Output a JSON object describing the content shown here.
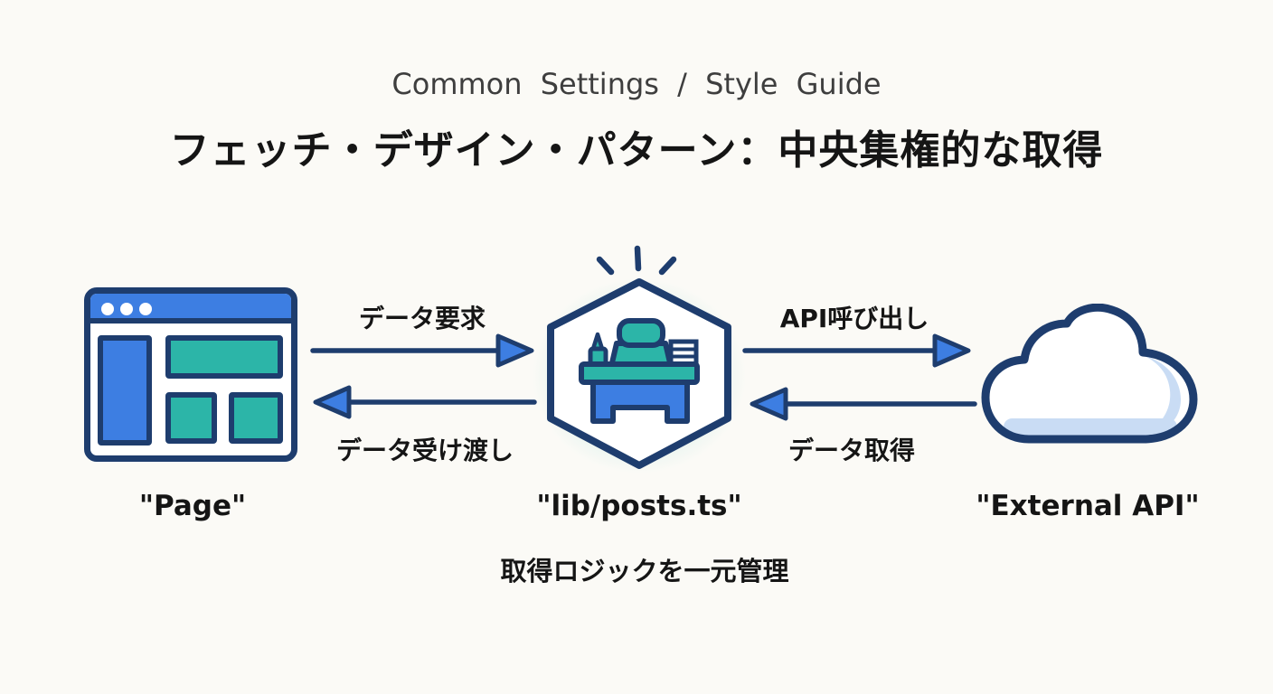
{
  "header": {
    "subtitle": "Common Settings / Style Guide",
    "title": "フェッチ・デザイン・パターン：中央集権的な取得"
  },
  "colors": {
    "bg": "#fbfaf6",
    "navy": "#1e3d6e",
    "blue": "#3d7ee2",
    "teal": "#2cb5a8",
    "glow": "#7ad6cb",
    "cloud_shadow": "#c9dcf4",
    "text_dark": "#151515",
    "text_gray": "#3e3e3e"
  },
  "nodes": {
    "page": {
      "label": "\"Page\"",
      "icon": "browser-window-icon"
    },
    "lib": {
      "label": "\"lib/posts.ts\"",
      "icon": "desk-hexagon-icon"
    },
    "api": {
      "label": "\"External API\"",
      "icon": "cloud-icon"
    }
  },
  "arrows": {
    "request": {
      "label": "データ要求",
      "from": "page",
      "to": "lib",
      "direction": "right"
    },
    "deliver": {
      "label": "データ受け渡し",
      "from": "lib",
      "to": "page",
      "direction": "left"
    },
    "api_call": {
      "label": "API呼び出し",
      "from": "lib",
      "to": "api",
      "direction": "right"
    },
    "fetch": {
      "label": "データ取得",
      "from": "api",
      "to": "lib",
      "direction": "left"
    }
  },
  "caption": "取得ロジックを一元管理"
}
